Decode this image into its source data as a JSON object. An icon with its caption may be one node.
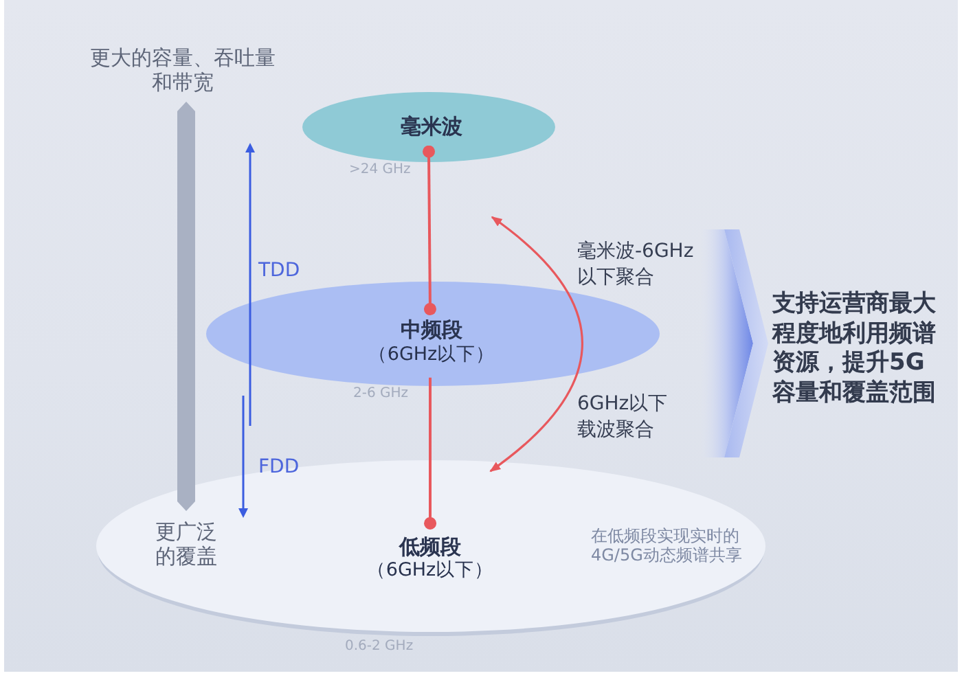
{
  "diagram": {
    "nodes": [
      {
        "text": [
          "毫米波"
        ],
        "beside": [
          ">24 GHz"
        ]
      },
      {
        "text": [
          "中频段",
          "（6GHz以下）"
        ],
        "beside": [
          "2-6 GHz"
        ]
      },
      {
        "text": [
          "低频段",
          "（6GHz以下）",
          "在低频段实现实时的4G/5G动态频谱共享"
        ],
        "beside": [
          "0.6-2 GHz"
        ]
      },
      {
        "text": [
          "支持运营商最大程度地利用频谱资源，提升5G容量和覆盖范围"
        ]
      }
    ],
    "edges": [
      {
        "from": 0,
        "to": 1,
        "arrow": "other"
      },
      {
        "from": 1,
        "to": 2,
        "arrow": "other"
      },
      {
        "from": null,
        "to": 2,
        "arrow": "both"
      },
      {
        "from": null,
        "to": 3,
        "arrow": "to"
      }
    ],
    "labels": [
      "更大的容量、吞吐量和带宽",
      "TDD",
      "毫米波-6GHz以下聚合",
      "6GHz以下载波聚合",
      "FDD",
      "更广泛的覆盖"
    ]
  }
}
